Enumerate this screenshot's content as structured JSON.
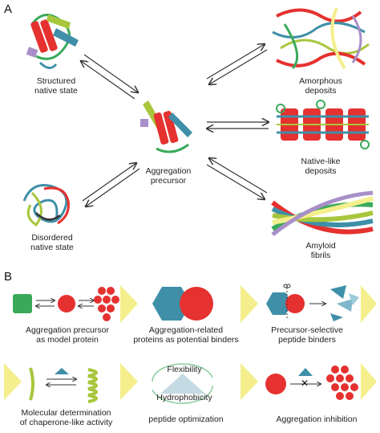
{
  "panels": {
    "a": "A",
    "b": "B"
  },
  "panel_a": {
    "structured": [
      "Structured",
      "native state"
    ],
    "disordered": [
      "Disordered",
      "native state"
    ],
    "precursor": [
      "Aggregation",
      "precursor"
    ],
    "amorphous": [
      "Amorphous",
      "deposits"
    ],
    "native_like": [
      "Native-like",
      "deposits"
    ],
    "amyloid": [
      "Amyloid",
      "fibrils"
    ]
  },
  "panel_b": {
    "step1": [
      "Aggregation precursor",
      "as model protein"
    ],
    "step2": [
      "Aggregation-related",
      "proteins as potential binders"
    ],
    "step3": [
      "Precursor-selective",
      "peptide binders"
    ],
    "step4": [
      "Molecular determination",
      "of chaperone-like activity"
    ],
    "step5_top": "Flexibility",
    "step5_mid": "Hydrophobicity",
    "step5_bottom": "peptide optimization",
    "step6": "Aggregation inhibition",
    "cross_mark": "✕"
  },
  "colors": {
    "red": "#e5312f",
    "teal": "#3f8fa8",
    "green": "#3aaa5a",
    "lime": "#a8c63c",
    "yellow": "#f4ef8c",
    "purple": "#a98fc9",
    "arrow": "#333333"
  }
}
